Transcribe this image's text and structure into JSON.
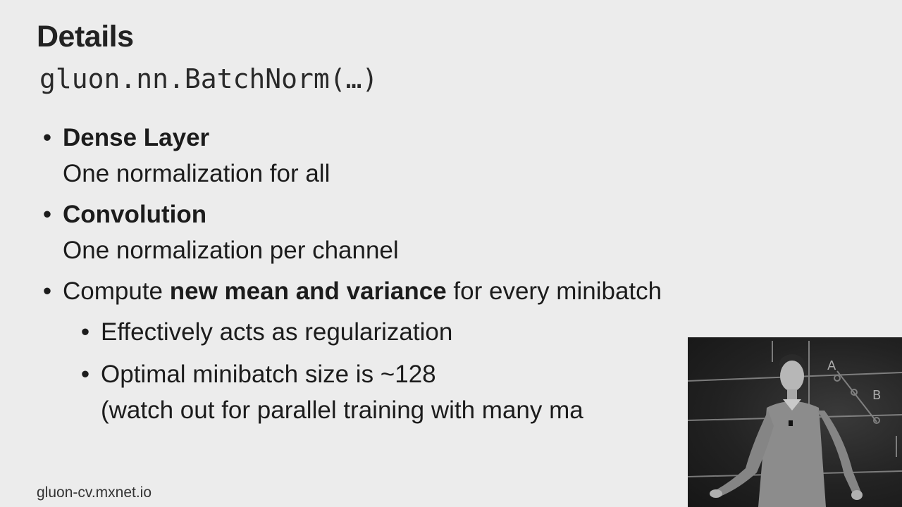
{
  "slide": {
    "title": "Details",
    "code": "gluon.nn.BatchNorm(…)",
    "bullets": [
      {
        "bold": "Dense Layer",
        "text": "One normalization for all"
      },
      {
        "bold": "Convolution",
        "text": "One normalization per channel"
      },
      {
        "prefix": "Compute ",
        "bold": "new mean and variance",
        "suffix": " for every minibatch"
      }
    ],
    "subbullets": [
      {
        "text": "Effectively acts as regularization"
      },
      {
        "text": "Optimal minibatch size is ~128",
        "text2": "(watch out for parallel training with many ma"
      }
    ],
    "footer": "gluon-cv.mxnet.io"
  },
  "video_overlay": {
    "board_text": [
      "A",
      "B"
    ]
  }
}
